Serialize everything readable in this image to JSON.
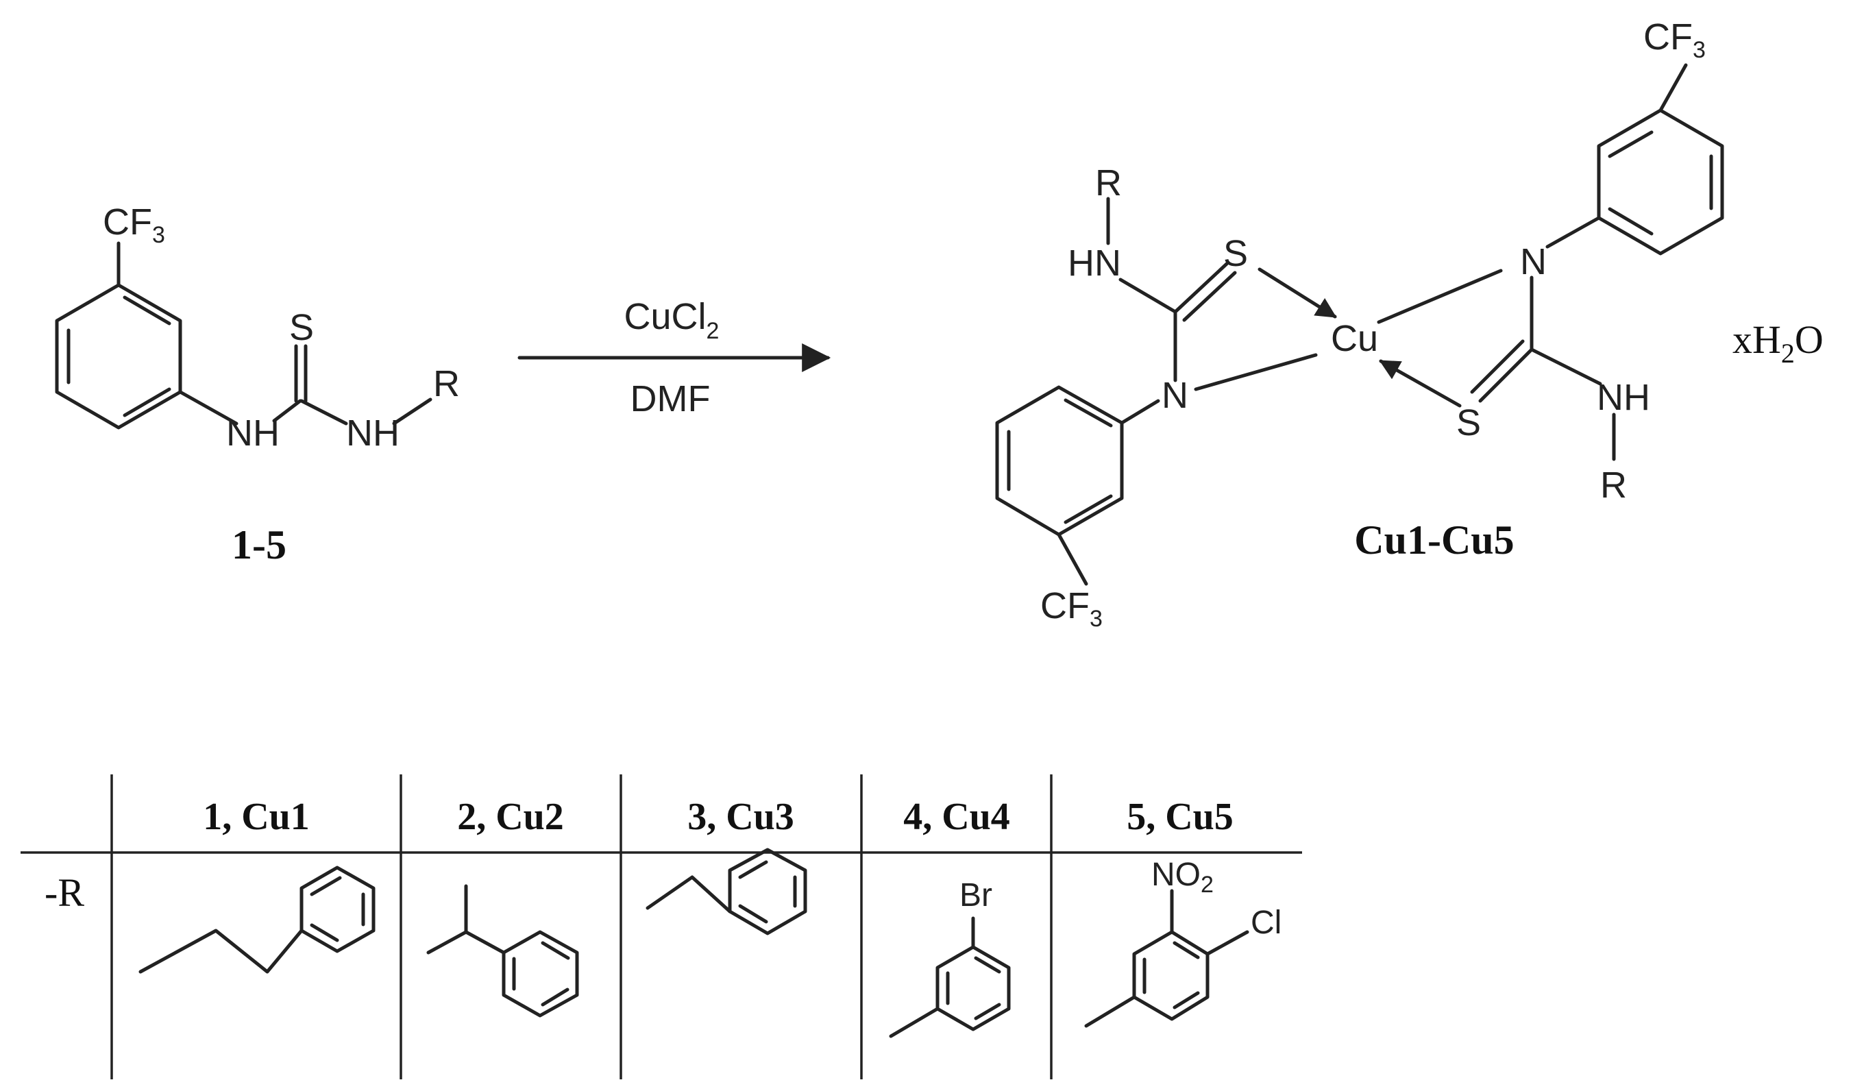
{
  "reactant": {
    "cf3": "CF",
    "cf3_sub": "3",
    "s": "S",
    "nh_left": "NH",
    "nh_right": "NH",
    "r": "R",
    "compound_label": "1-5"
  },
  "conditions": {
    "reagent": "CuCl",
    "reagent_sub": "2",
    "solvent": "DMF"
  },
  "product": {
    "r_top": "R",
    "hn_left": "HN",
    "s_top": "S",
    "cu": "Cu",
    "n_left": "N",
    "n_right": "N",
    "s_bottom": "S",
    "nh_right": "NH",
    "r_bottom": "R",
    "cf3_top": "CF",
    "cf3_top_sub": "3",
    "cf3_bottom": "CF",
    "cf3_bottom_sub": "3",
    "water_x": "xH",
    "water_sub": "2",
    "water_o": "O",
    "compound_label": "Cu1-Cu5"
  },
  "table": {
    "row_label": "-R",
    "headers": [
      "1, Cu1",
      "2, Cu2",
      "3, Cu3",
      "4, Cu4",
      "5, Cu5"
    ],
    "cu4_br": "Br",
    "cu5_no": "NO",
    "cu5_no_sub": "2",
    "cu5_cl": "Cl"
  }
}
